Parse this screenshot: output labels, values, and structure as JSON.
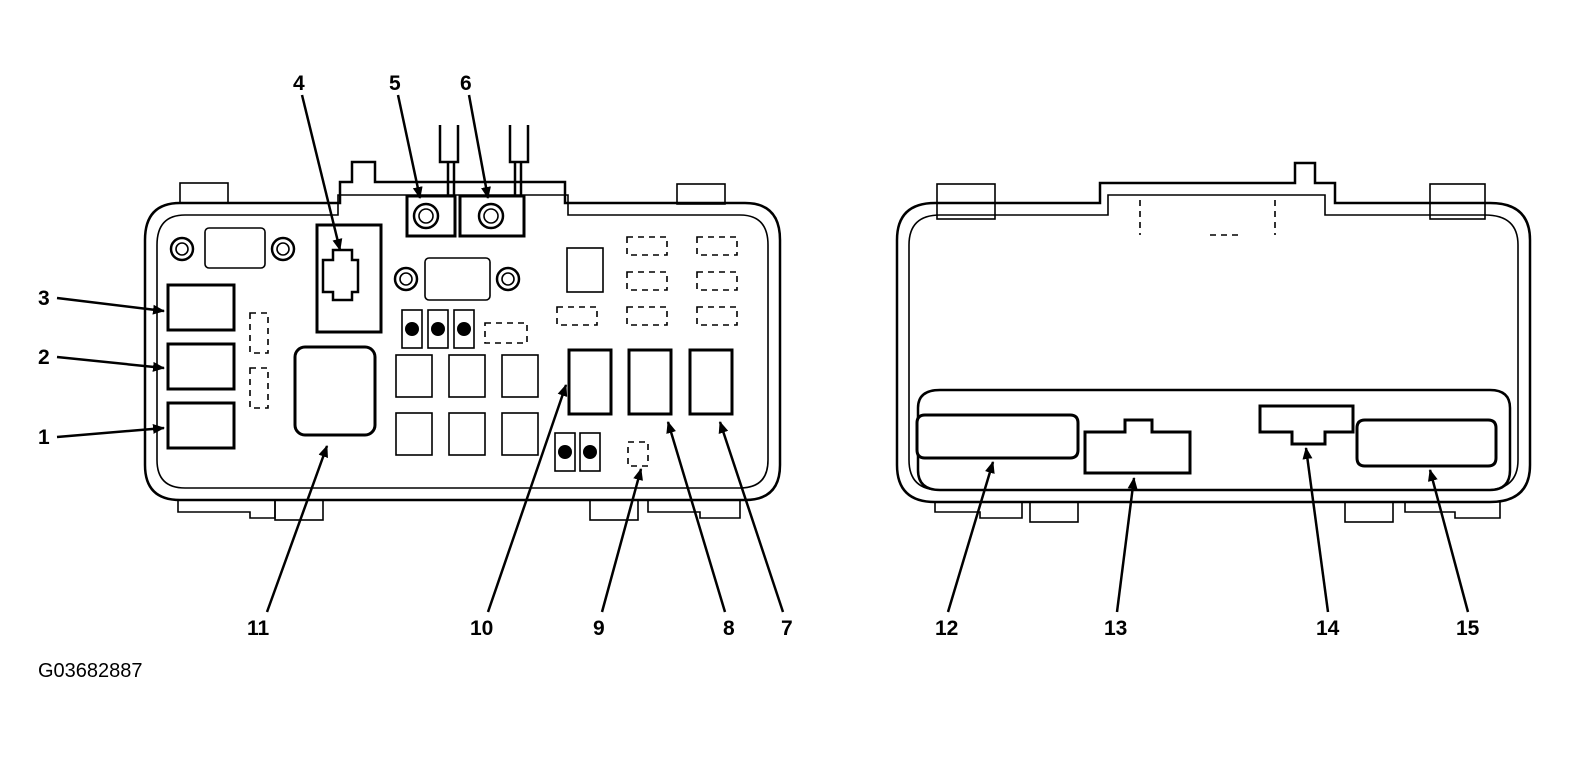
{
  "diagram_code": "G03682887",
  "callouts": [
    {
      "id": "1",
      "text": "1"
    },
    {
      "id": "2",
      "text": "2"
    },
    {
      "id": "3",
      "text": "3"
    },
    {
      "id": "4",
      "text": "4"
    },
    {
      "id": "5",
      "text": "5"
    },
    {
      "id": "6",
      "text": "6"
    },
    {
      "id": "7",
      "text": "7"
    },
    {
      "id": "8",
      "text": "8"
    },
    {
      "id": "9",
      "text": "9"
    },
    {
      "id": "10",
      "text": "10"
    },
    {
      "id": "11",
      "text": "11"
    },
    {
      "id": "12",
      "text": "12"
    },
    {
      "id": "13",
      "text": "13"
    },
    {
      "id": "14",
      "text": "14"
    },
    {
      "id": "15",
      "text": "15"
    }
  ],
  "colors": {
    "line": "#000000",
    "background": "#ffffff"
  }
}
